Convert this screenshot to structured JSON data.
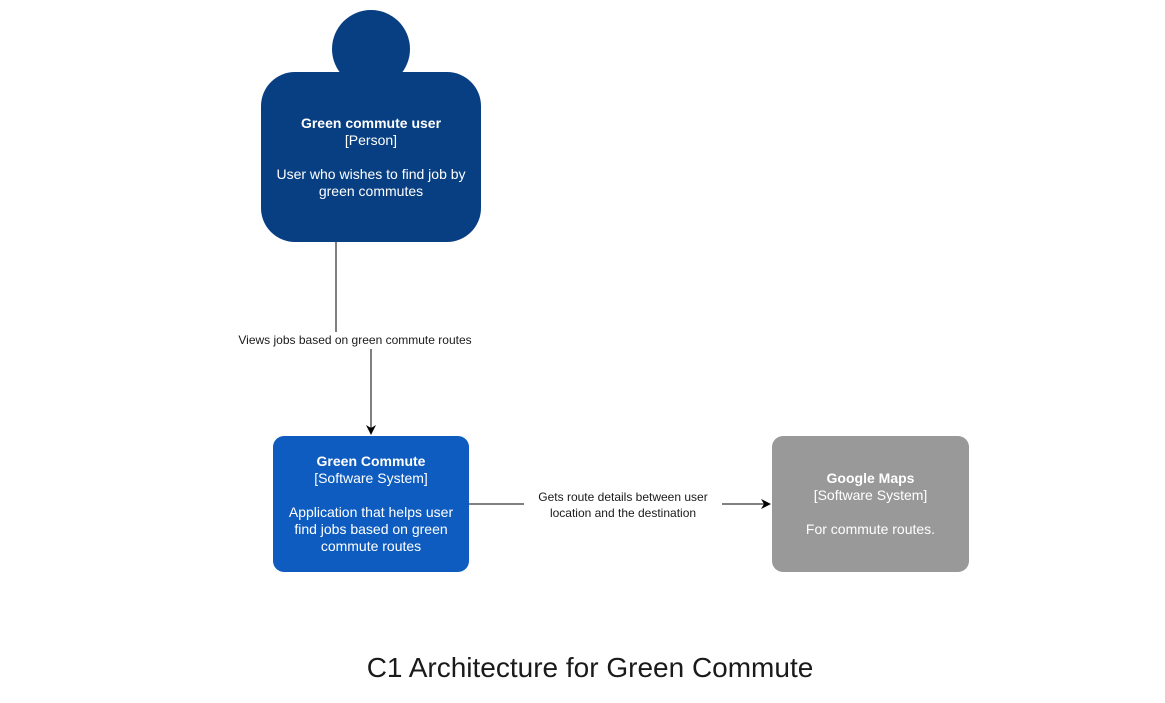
{
  "title": "C1 Architecture for Green Commute",
  "nodes": {
    "person": {
      "name": "Green commute user",
      "type": "[Person]",
      "description": "User who wishes to find job by green commutes"
    },
    "system": {
      "name": "Green Commute",
      "type": "[Software System]",
      "description": "Application that helps user find jobs based on green commute routes"
    },
    "external": {
      "name": "Google Maps",
      "type": "[Software System]",
      "description": "For commute routes."
    }
  },
  "edges": {
    "person_to_system": "Views jobs based on green commute routes",
    "system_to_external": "Gets route details between user location and the destination"
  },
  "colors": {
    "person": "#083f82",
    "system": "#0e5cc0",
    "external": "#999999"
  }
}
